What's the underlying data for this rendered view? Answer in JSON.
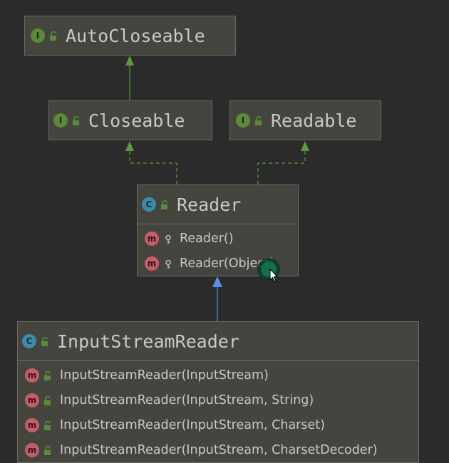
{
  "nodes": {
    "autocloseable": {
      "badge": "I",
      "name": "AutoCloseable"
    },
    "closeable": {
      "badge": "I",
      "name": "Closeable"
    },
    "readable": {
      "badge": "I",
      "name": "Readable"
    },
    "reader": {
      "badge": "C",
      "name": "Reader",
      "members": [
        {
          "badge": "m",
          "name": "Reader()"
        },
        {
          "badge": "m",
          "name": "Reader(Object)"
        }
      ]
    },
    "inputstreamreader": {
      "badge": "C",
      "name": "InputStreamReader",
      "members": [
        {
          "badge": "m",
          "name": "InputStreamReader(InputStream)"
        },
        {
          "badge": "m",
          "name": "InputStreamReader(InputStream, String)"
        },
        {
          "badge": "m",
          "name": "InputStreamReader(InputStream, Charset)"
        },
        {
          "badge": "m",
          "name": "InputStreamReader(InputStream, CharsetDecoder)"
        }
      ]
    }
  },
  "colors": {
    "background": "#2b2b2b",
    "node_fill": "#45443f",
    "node_border": "#6b6b63",
    "interface_badge": "#5a8a3b",
    "class_badge": "#3f8aa6",
    "method_badge": "#c2606a",
    "implements_edge": "#5c9a3c",
    "extends_edge": "#5b8fe6"
  },
  "icons": {
    "interface": "interface-badge-icon",
    "class": "class-badge-icon",
    "method": "method-badge-icon",
    "public": "public-unlock-icon",
    "protected": "protected-key-icon",
    "cursor": "mouse-cursor-icon"
  }
}
